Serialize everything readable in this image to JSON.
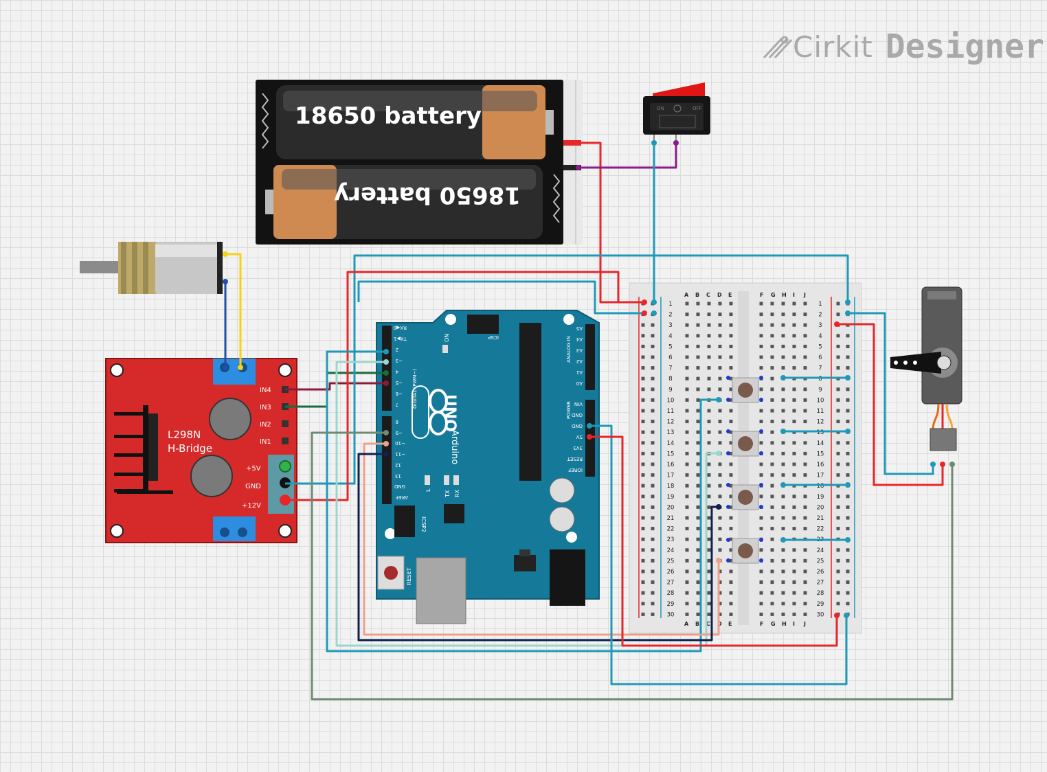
{
  "brand": {
    "name": "Cirkit",
    "product": "Designer",
    "icon": "cirkit-logo-icon"
  },
  "battery": {
    "top_label": "18650 battery",
    "bottom_label": "18650 battery"
  },
  "switch": {
    "on_label": "ON",
    "off_label": "OFF"
  },
  "hbridge": {
    "title_line1": "L298N",
    "title_line2": "H-Bridge",
    "pins": [
      "IN4",
      "IN3",
      "IN2",
      "IN1"
    ],
    "power_pins": [
      "+5V",
      "GND",
      "+12V"
    ]
  },
  "arduino": {
    "model": "UNO",
    "brand": "Arduino",
    "icsp": "ICSP",
    "icsp2": "ICSP2",
    "digital_label": "DIGITAL (PWM~)",
    "analog_label": "ANALOG IN",
    "power_label": "POWER",
    "on_label": "ON",
    "reset_label": "RESET",
    "led_labels": [
      "L",
      "TX",
      "RX"
    ],
    "digital_pins_top": [
      "RX◀0",
      "TX▶1",
      "2",
      "~3",
      "4",
      "~5",
      "~6",
      "7"
    ],
    "digital_pins_bottom": [
      "8",
      "~9",
      "~10",
      "~11",
      "12",
      "13",
      "GND",
      "AREF"
    ],
    "analog_pins": [
      "A5",
      "A4",
      "A3",
      "A2",
      "A1",
      "A0"
    ],
    "power_pins": [
      "VIN",
      "GND",
      "GND",
      "5V",
      "3V3",
      "RESET",
      "IOREF"
    ]
  },
  "breadboard": {
    "columns_left": [
      "A",
      "B",
      "C",
      "D",
      "E"
    ],
    "columns_right": [
      "F",
      "G",
      "H",
      "I",
      "J"
    ],
    "rows": 30
  },
  "colors": {
    "wire_red": "#e8262a",
    "wire_blue": "#1e9ab8",
    "wire_purple": "#8b1a8b",
    "wire_green": "#1a6b3a",
    "wire_gray": "#6d8a72",
    "wire_navy": "#11204d",
    "wire_mint": "#9bd6cc",
    "wire_salmon": "#f0a08a",
    "hbridge_red": "#d62a2a",
    "arduino_teal": "#157a9a"
  }
}
